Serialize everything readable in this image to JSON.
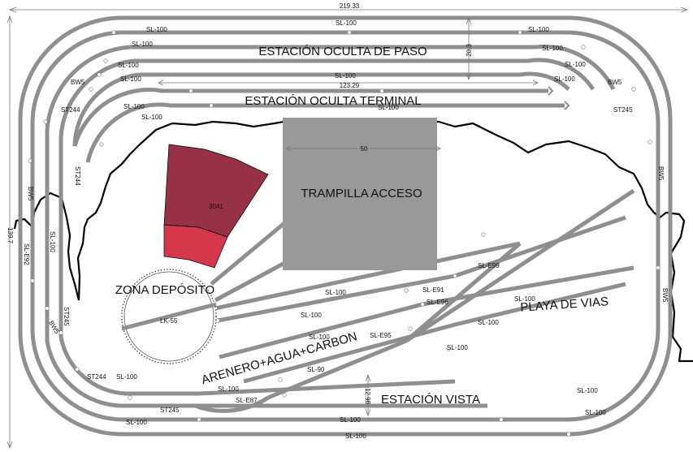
{
  "dimensions": {
    "width": "219.33",
    "height": "139.7",
    "terminal_length": "123.29",
    "upper_gap": "20.3",
    "hatch_width": "50",
    "lower_gap": "12.98"
  },
  "zones": {
    "station_hidden_through": "ESTACIÓN OCULTA DE PASO",
    "station_hidden_terminal": "ESTACIÓN OCULTA TERMINAL",
    "access_hatch": "TRAMPILLA ACCESO",
    "depot": "ZONA DEPÓSITO",
    "yard": "PLAYA DE VIAS",
    "service": "ARENERO+AGUA+CARBON",
    "visible_station": "ESTACIÓN VISTA",
    "building_code": "3041"
  },
  "track_labels": {
    "sl100": "SL-100",
    "bw5": "BW5",
    "st244": "ST244",
    "st245": "ST245",
    "lk55": "LK-55",
    "sle99": "SL-E99",
    "sle91": "SL-E91",
    "sle96": "SL-E96",
    "sle95": "SL-E95",
    "sle92": "SL-E92",
    "sle87": "SL-E87",
    "sl90": "SL-90"
  },
  "colors": {
    "track": "#8f8f8f",
    "hatch": "#999999",
    "building_dark": "#973246",
    "building_light": "#d4384a"
  }
}
